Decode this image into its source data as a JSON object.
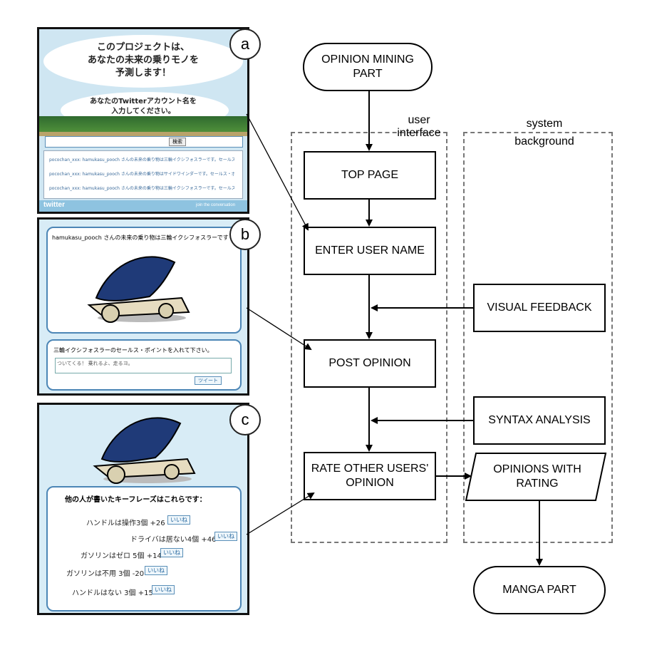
{
  "flowchart": {
    "opinion_mining_part": "OPINION MINING\nPART",
    "top_page": "TOP PAGE",
    "enter_user_name": "ENTER USER NAME",
    "post_opinion": "POST OPINION",
    "rate_other_users": "RATE OTHER USERS'\nOPINION",
    "visual_feedback": "VISUAL FEEDBACK",
    "syntax_analysis": "SYNTAX ANALYSIS",
    "opinions_with_rating": "OPINIONS WITH\nRATING",
    "manga_part": "MANGA PART",
    "user_interface_label": "user\ninterface",
    "system_background_label": "system\nbackground"
  },
  "panels": {
    "a": {
      "label": "a",
      "headline_1": "このプロジェクトは、",
      "headline_2": "あなたの未来の乗りモノを",
      "headline_3": "予測します！",
      "prompt_1": "あなたのTwitterアカウント名を",
      "prompt_2": "入力してください。",
      "search_button": "検索",
      "tweet_1": "pocochan_xxx: hamukasu_pooch さんの未来の乗り物は三輪イクシフォスラーです。セールス・ポイント",
      "tweet_2": "pocochan_xxx: hamukasu_pooch さんの未来の乗り物はサイドワインダーです。セールス・ポイント",
      "tweet_3": "pocochan_xxx: hamukasu_pooch さんの未来の乗り物は三輪イクシフォスラーです。セールス・ポイント",
      "footer_brand": "twitter",
      "footer_right": "join the conversation"
    },
    "b": {
      "label": "b",
      "title": "hamukasu_pooch さんの未来の乗り物は三輪イクシフォスラーです",
      "prompt": "三輪イクシフォスラーのセールス・ポイントを入れて下さい。",
      "input_text": "ついてくる！ 乗れるよ、走るヨ。",
      "post_button": "ツイート"
    },
    "c": {
      "label": "c",
      "heading": "他の人が書いたキーフレーズはこれらです：",
      "items": [
        {
          "text": "ハンドルは操作3個 +26",
          "button": "いいね"
        },
        {
          "text": "ドライバは居ない4個 +46",
          "button": "いいね"
        },
        {
          "text": "ガソリンはゼロ 5個 +14",
          "button": "いいね"
        },
        {
          "text": "ガソリンは不用 3個 -20",
          "button": "いいね"
        },
        {
          "text": "ハンドルはない 3個 +15",
          "button": "いいね"
        }
      ]
    }
  }
}
